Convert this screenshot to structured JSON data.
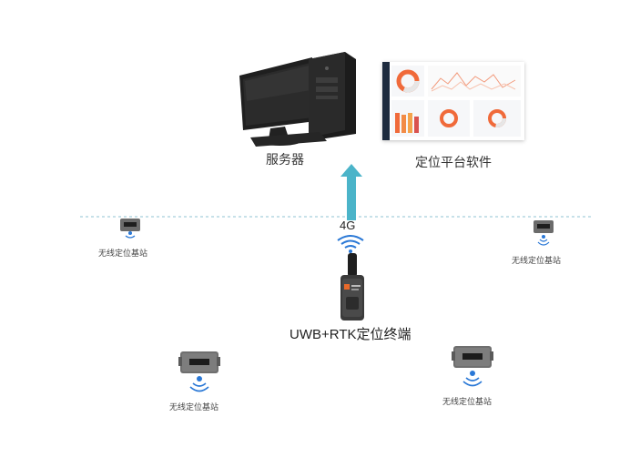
{
  "labels": {
    "server": "服务器",
    "platform": "定位平台软件",
    "network": "4G",
    "terminal": "UWB+RTK定位终端",
    "station": "无线定位基站"
  },
  "colors": {
    "arrow": "#4bb4c9",
    "dashed_line": "#8fc3d3",
    "wifi": "#2a78d6",
    "terminal_accent": "#e8692a",
    "chart_orange": "#f06a3a"
  },
  "stations": [
    {
      "label": "无线定位基站"
    },
    {
      "label": "无线定位基站"
    },
    {
      "label": "无线定位基站"
    },
    {
      "label": "无线定位基站"
    }
  ]
}
